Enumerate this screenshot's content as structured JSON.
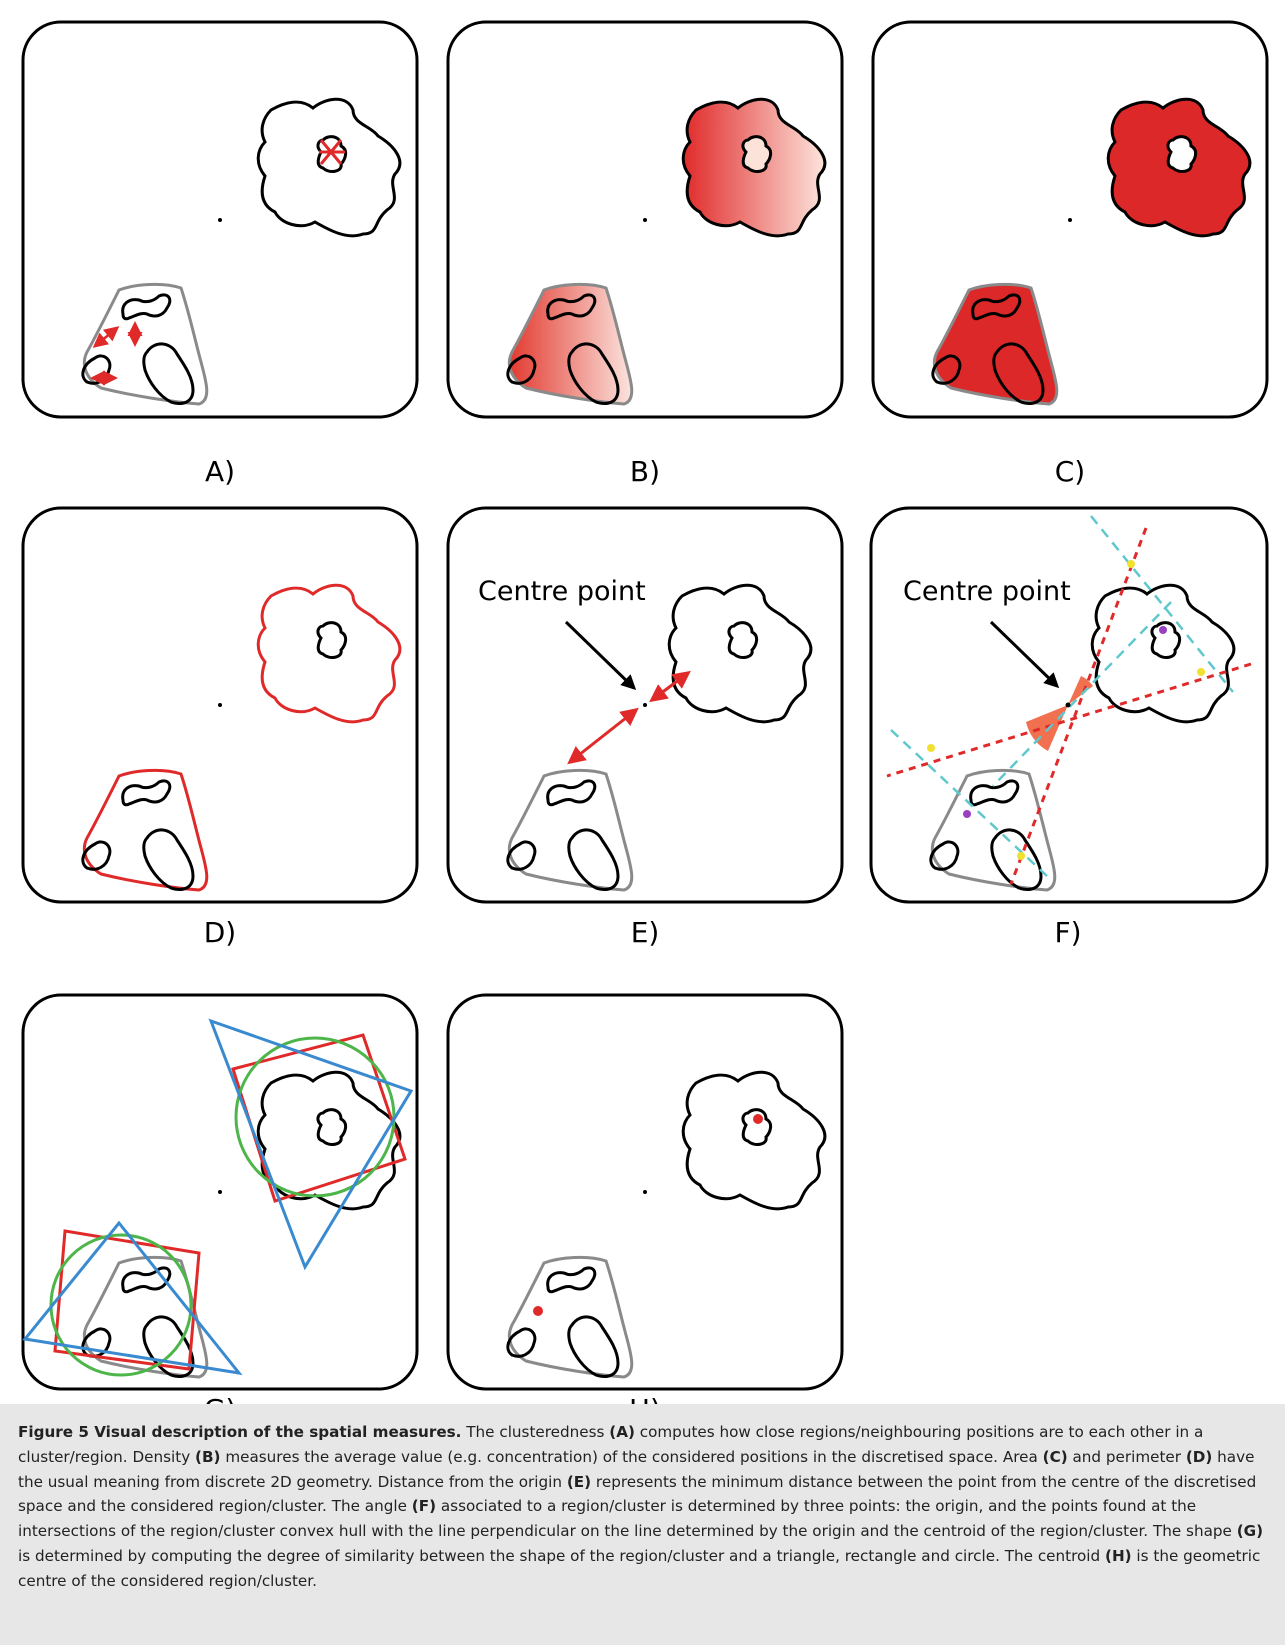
{
  "panels": [
    {
      "id": "A",
      "label": "A)"
    },
    {
      "id": "B",
      "label": "B)"
    },
    {
      "id": "C",
      "label": "C)"
    },
    {
      "id": "D",
      "label": "D)"
    },
    {
      "id": "E",
      "label": "E)",
      "annotation": "Centre point"
    },
    {
      "id": "F",
      "label": "F)",
      "annotation": "Centre point"
    },
    {
      "id": "G",
      "label": "G)"
    },
    {
      "id": "H",
      "label": "H)"
    }
  ],
  "caption": {
    "figure_title": "Figure 5 Visual description of the spatial measures.",
    "segments": [
      {
        "text": " The clusteredness ",
        "bold": false
      },
      {
        "text": "(A)",
        "bold": true
      },
      {
        "text": " computes how close regions/neighbouring positions are to each other in a cluster/region. Density ",
        "bold": false
      },
      {
        "text": "(B)",
        "bold": true
      },
      {
        "text": " measures the average value (e.g. concentration) of the considered positions in the discretised space. Area ",
        "bold": false
      },
      {
        "text": "(C)",
        "bold": true
      },
      {
        "text": " and perimeter ",
        "bold": false
      },
      {
        "text": "(D)",
        "bold": true
      },
      {
        "text": " have the usual meaning from discrete 2D geometry. Distance from the origin ",
        "bold": false
      },
      {
        "text": "(E)",
        "bold": true
      },
      {
        "text": " represents the minimum distance between the point from the centre of the discretised space and the considered region/cluster. The angle ",
        "bold": false
      },
      {
        "text": "(F)",
        "bold": true
      },
      {
        "text": " associated to a region/cluster is determined by three points: the origin, and the points found at the intersections of the region/cluster convex hull with the line perpendicular on the line determined by the origin and the centroid of the region/cluster. The shape ",
        "bold": false
      },
      {
        "text": "(G)",
        "bold": true
      },
      {
        "text": " is determined by computing the degree of similarity between the shape of the region/cluster and a triangle, rectangle and circle. The centroid ",
        "bold": false
      },
      {
        "text": "(H)",
        "bold": true
      },
      {
        "text": " is the geometric centre of the considered region/cluster.",
        "bold": false
      }
    ]
  },
  "colors": {
    "outline": "#000000",
    "hull": "#8a8a8a",
    "red": "#e02a2a",
    "blue": "#3a8ad0",
    "green": "#4db54a",
    "cyan_dashed": "#5fc8cc",
    "salmon": "#f07050",
    "caption_bg": "#e7e7e7"
  }
}
